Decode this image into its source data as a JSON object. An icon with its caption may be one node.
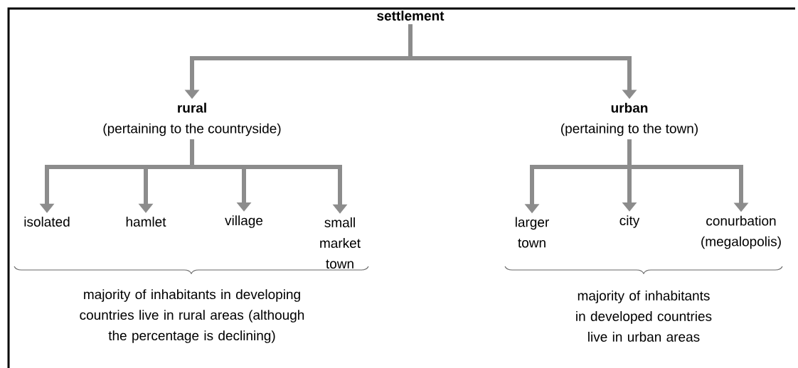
{
  "diagram": {
    "nodes": [
      {
        "text": [
          "settlement"
        ]
      },
      {
        "text": [
          "rural",
          "(pertaining to the countryside)"
        ]
      },
      {
        "text": [
          "urban",
          "(pertaining to the town)"
        ]
      },
      {
        "text": [
          "isolated"
        ]
      },
      {
        "text": [
          "hamlet"
        ]
      },
      {
        "text": [
          "village"
        ]
      },
      {
        "text": [
          "small market town"
        ]
      },
      {
        "text": [
          "larger town"
        ]
      },
      {
        "text": [
          "city"
        ]
      },
      {
        "text": [
          "conurbation (megalopolis)"
        ]
      }
    ],
    "edges": [
      {
        "from": 0,
        "to": 1,
        "arrow": "to"
      },
      {
        "from": 0,
        "to": 2,
        "arrow": "to"
      },
      {
        "from": 1,
        "to": 3,
        "arrow": "to"
      },
      {
        "from": 1,
        "to": 4,
        "arrow": "to"
      },
      {
        "from": 1,
        "to": 5,
        "arrow": "to"
      },
      {
        "from": 1,
        "to": 6,
        "arrow": "to"
      },
      {
        "from": 2,
        "to": 7,
        "arrow": "to"
      },
      {
        "from": 2,
        "to": 8,
        "arrow": "to"
      },
      {
        "from": 2,
        "to": 9,
        "arrow": "to"
      }
    ],
    "labels": [
      "majority of inhabitants in developing countries live in rural areas (although the percentage is declining)",
      "majority of inhabitants in developed countries live in urban areas"
    ]
  }
}
